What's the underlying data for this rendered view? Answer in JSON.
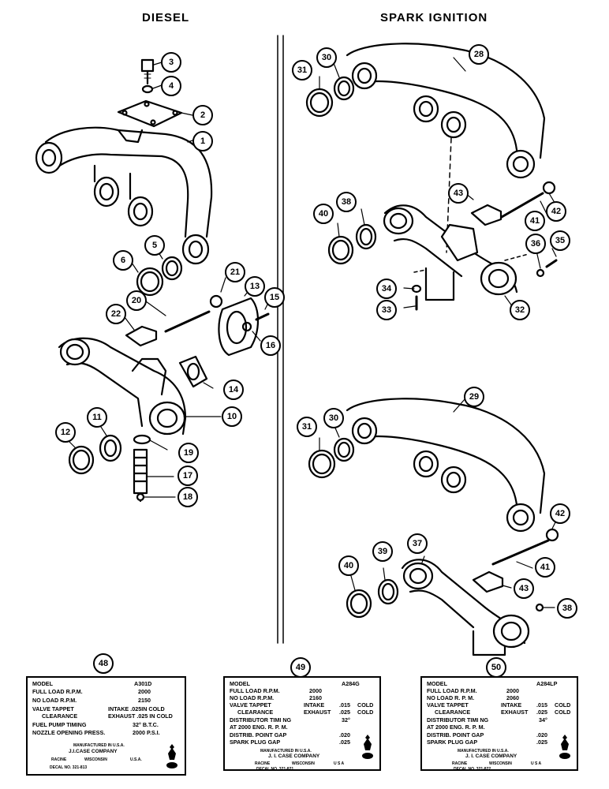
{
  "headers": {
    "diesel": "DIESEL",
    "spark": "SPARK IGNITION"
  },
  "callouts": {
    "c3": "3",
    "c4": "4",
    "c2": "2",
    "c1": "1",
    "c5": "5",
    "c6": "6",
    "c21": "21",
    "c13": "13",
    "c15": "15",
    "c20": "20",
    "c22": "22",
    "c16": "16",
    "c14": "14",
    "c10": "10",
    "c11": "11",
    "c12": "12",
    "c19": "19",
    "c17": "17",
    "c18": "18",
    "s31a": "31",
    "s30a": "30",
    "s28": "28",
    "s43a": "43",
    "s42a": "42",
    "s38": "38",
    "s41a": "41",
    "s40a": "40",
    "s36": "36",
    "s35": "35",
    "s34": "34",
    "s33": "33",
    "s32": "32",
    "s31b": "31",
    "s30b": "30",
    "s29": "29",
    "s42b": "42",
    "s37": "37",
    "s39": "39",
    "s41b": "41",
    "s40b": "40",
    "s43b": "43",
    "s38b": "38",
    "d48": "48",
    "d49": "49",
    "d50": "50"
  },
  "decal48": {
    "model_l": "MODEL",
    "model_v": "A301D",
    "full_l": "FULL LOAD R.P.M.",
    "full_v": "2000",
    "no_l": "NO LOAD R.P.M.",
    "no_v": "2150",
    "vt_l": "VALVE TAPPET",
    "vt_v": "INTAKE .025IN COLD",
    "cl_l": "CLEARANCE",
    "cl_v": "EXHAUST .025 IN COLD",
    "fp_l": "FUEL PUMP TIMING",
    "fp_v": "32° B.T.C.",
    "noz_l": "NOZZLE OPENING PRESS.",
    "noz_v": "2000 P.S.I.",
    "mfg": "MANUFACTURED IN U.S.A.",
    "co": "J.I.CASE COMPANY",
    "city": "RACINE",
    "state": "WISCONSIN",
    "usa": "U.S.A.",
    "decal": "DECAL NO. 321-813"
  },
  "decal49": {
    "model_l": "MODEL",
    "model_v": "A284G",
    "full_l": "FULL LOAD R.P.M.",
    "full_v": "2000",
    "no_l": "NO LOAD R.P.M.",
    "no_v": "2160",
    "vt_l": "VALVE TAPPET",
    "vt_int": "INTAKE",
    "vt_iv": ".015",
    "vt_c": "COLD",
    "cl_l": "CLEARANCE",
    "cl_ex": "EXHAUST",
    "cl_ev": ".025",
    "cl_c": "COLD",
    "dt_l": "DISTRIBUTOR TIMI NG",
    "dt_v": "32°",
    "at_l": "AT 2000 ENG. R. P. M.",
    "dp_l": "DISTRIB. POINT GAP",
    "dp_v": ".020",
    "sp_l": "SPARK PLUG GAP",
    "sp_v": ".025",
    "mfg": "MANUFACTURED IN U.S.A.",
    "co": "J. I. CASE COMPANY",
    "city": "RACINE",
    "state": "WISCONSIN",
    "usa": "U S A",
    "decal": "DECAL NO. 321-821"
  },
  "decal50": {
    "model_l": "MODEL",
    "model_v": "A284LP",
    "full_l": "FULL LOAD R.P.M.",
    "full_v": "2000",
    "no_l": "NO LOAD R. P. M.",
    "no_v": "2060",
    "vt_l": "VALVE TAPPET",
    "vt_int": "INTAKE",
    "vt_iv": ".015",
    "vt_c": "COLD",
    "cl_l": "CLEARANCE",
    "cl_ex": "EXHAUST",
    "cl_ev": ".025",
    "cl_c": "COLD",
    "dt_l": "DISTRIBUTOR TIMI NG",
    "dt_v": "34°",
    "at_l": "AT 2000 ENG. R. P. M.",
    "dp_l": "DISTRIB. POINT GAP",
    "dp_v": ".020",
    "sp_l": "SPARK PLUG GAP",
    "sp_v": ".025",
    "mfg": "MANUFACTURED IN U.S.A.",
    "co": "J. I. CASE COMPANY",
    "city": "RACINE",
    "state": "WISCONSIN",
    "usa": "U S A",
    "decal": "DECAL NO. 321-822"
  }
}
